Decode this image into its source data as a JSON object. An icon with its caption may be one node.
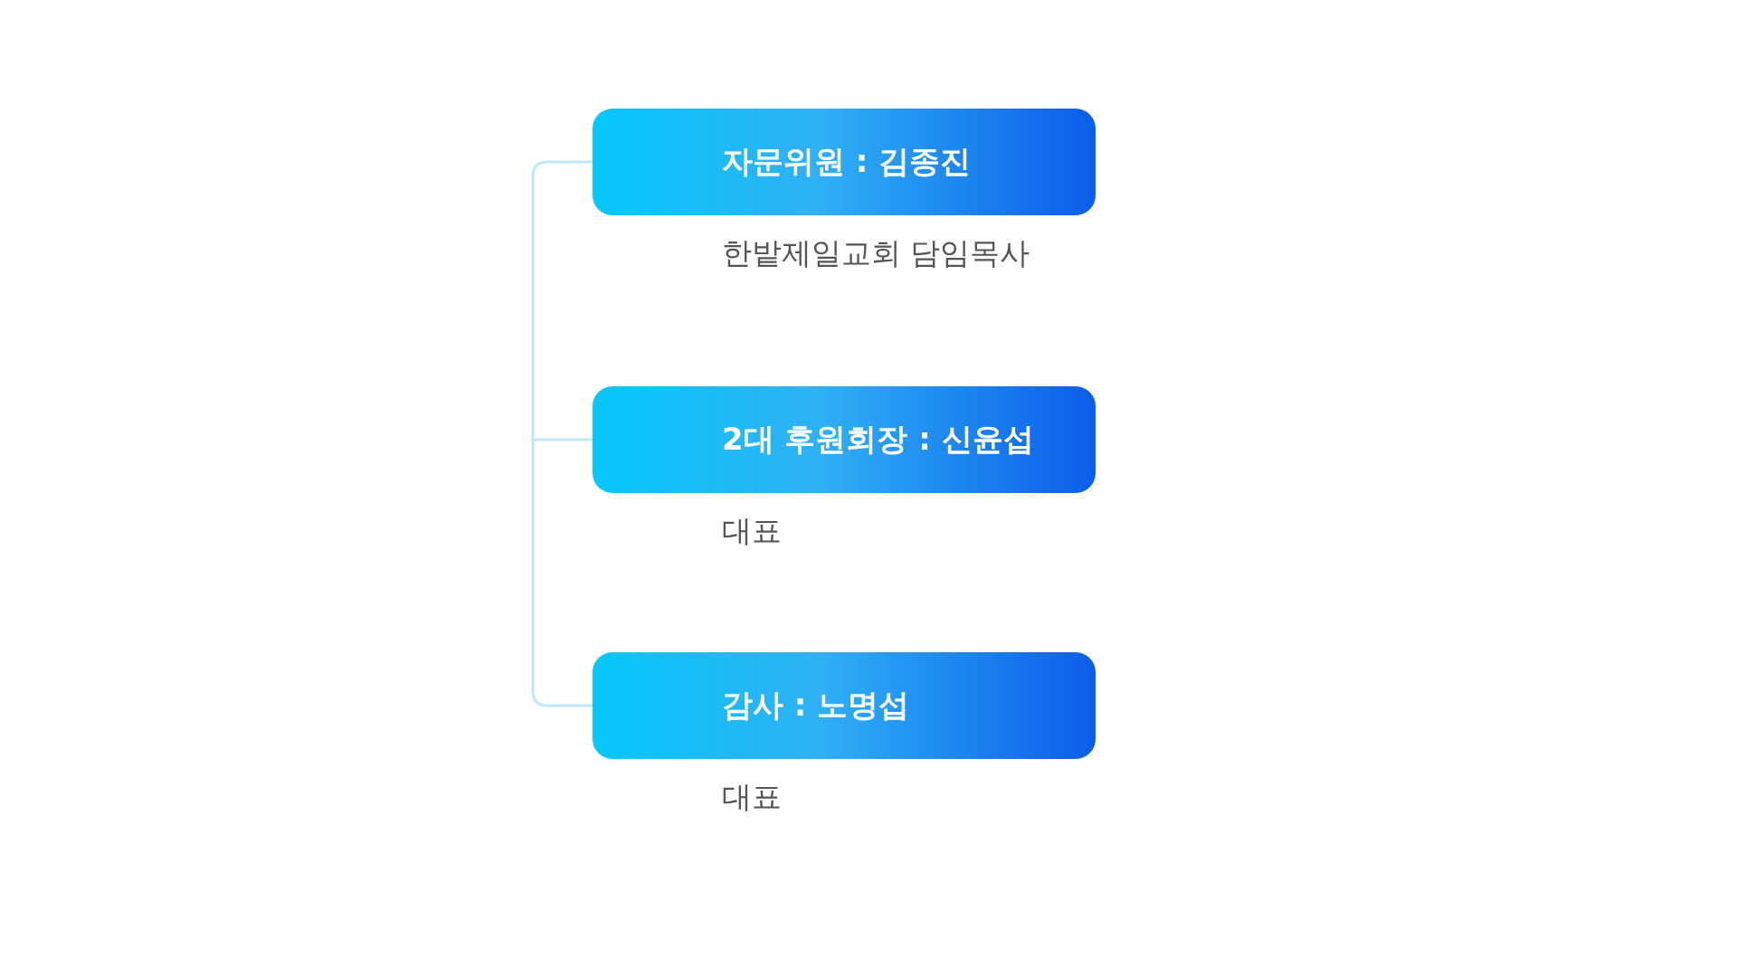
{
  "diagram": {
    "nodes": [
      {
        "text": [
          "자문위원 : 김종진"
        ],
        "beside": [
          "한밭제일교회 담임목사"
        ]
      },
      {
        "text": [
          "2대 후원회장 : 신윤섭"
        ],
        "beside": [
          "대표"
        ]
      },
      {
        "text": [
          "감사 : 노명섭"
        ],
        "beside": [
          "대표"
        ]
      }
    ],
    "edges": [
      {
        "from": null,
        "to": 0,
        "arrow": "none"
      },
      {
        "from": null,
        "to": 1,
        "arrow": "none"
      },
      {
        "from": null,
        "to": 2,
        "arrow": "none"
      }
    ]
  }
}
